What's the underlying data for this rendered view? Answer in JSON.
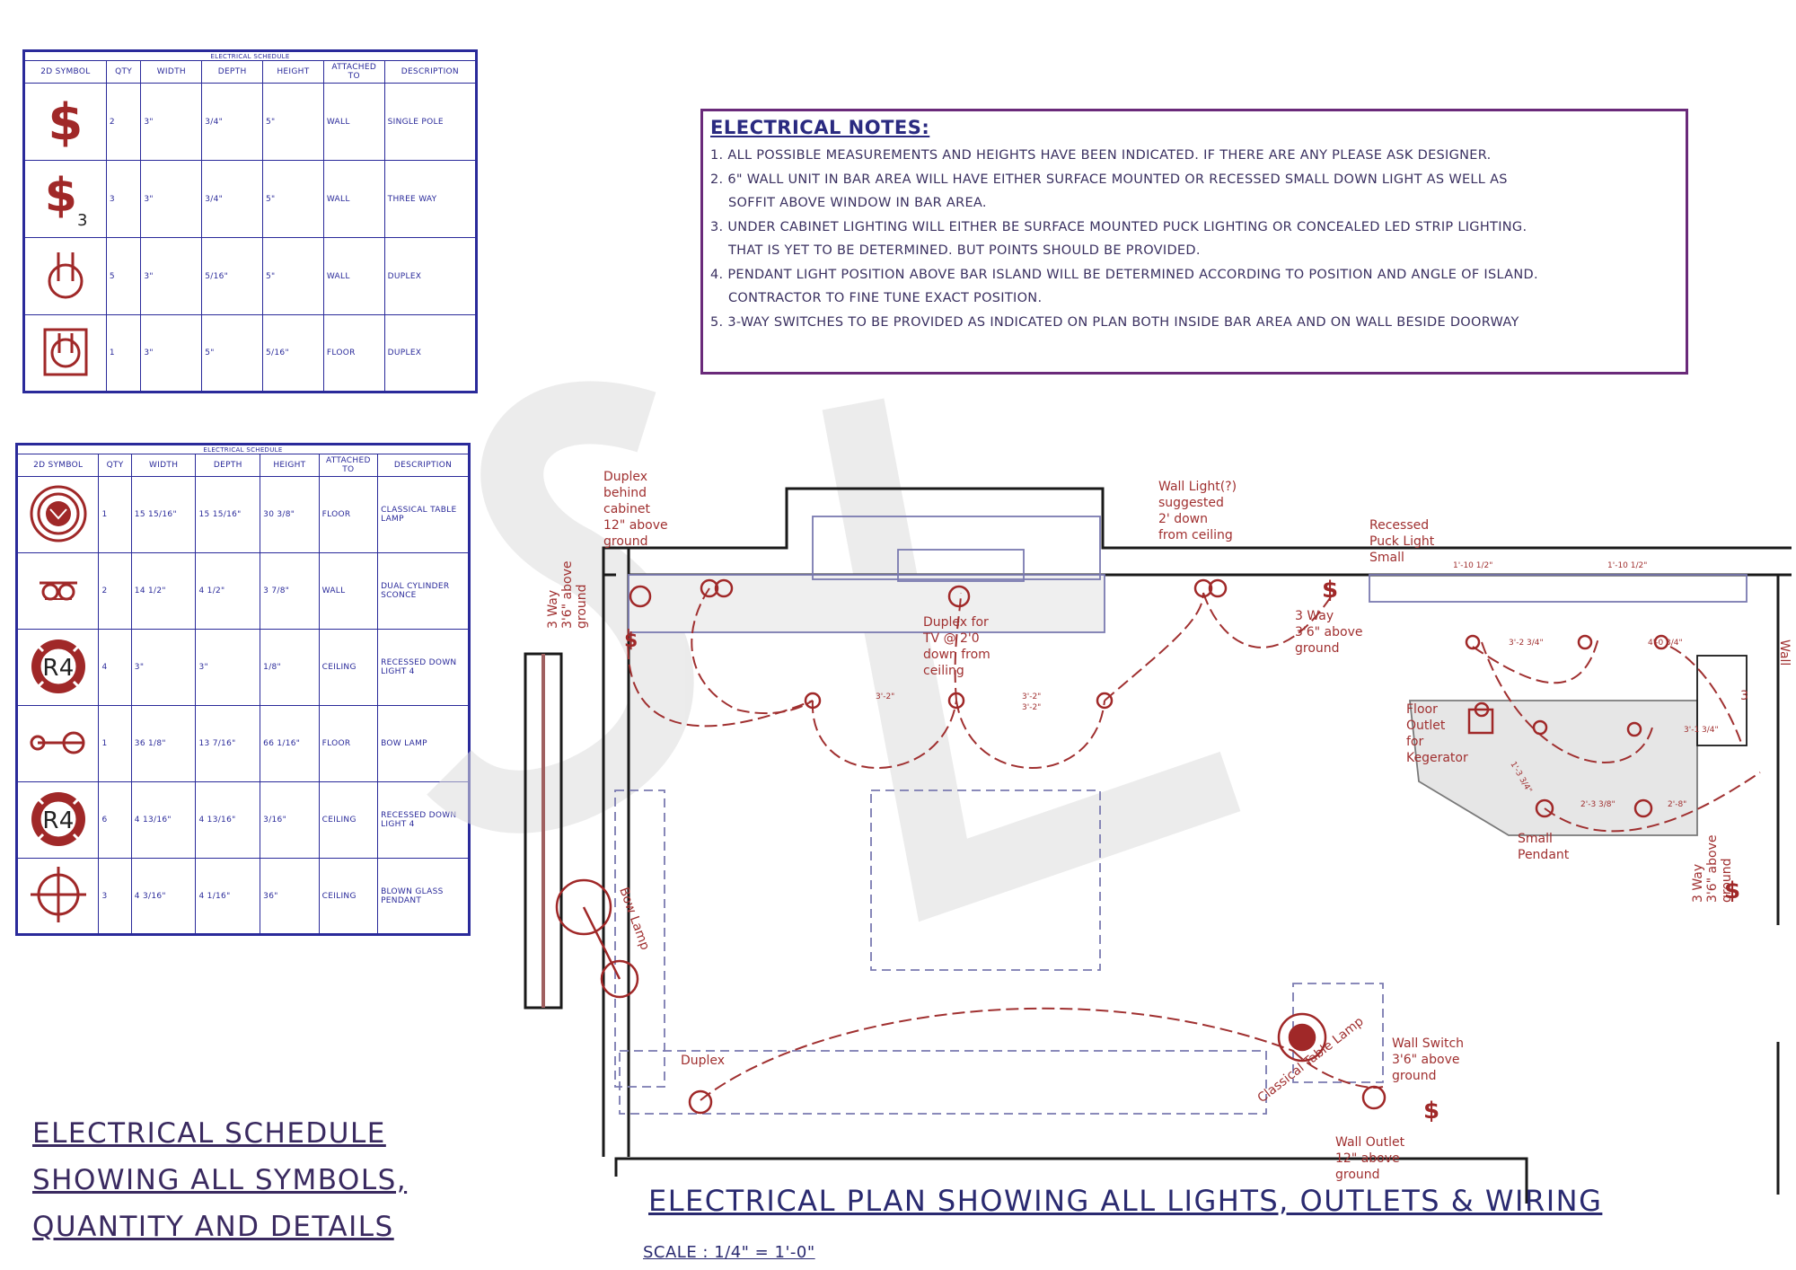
{
  "schedule_top": {
    "caption": "ELECTRICAL SCHEDULE",
    "headers": [
      "2D SYMBOL",
      "QTY",
      "WIDTH",
      "DEPTH",
      "HEIGHT",
      "ATTACHED TO",
      "DESCRIPTION"
    ],
    "rows": [
      {
        "symbol": "single-pole-switch-icon",
        "qty": "2",
        "width": "3\"",
        "depth": "3/4\"",
        "height": "5\"",
        "attached": "WALL",
        "desc": "SINGLE POLE"
      },
      {
        "symbol": "three-way-switch-icon",
        "qty": "3",
        "width": "3\"",
        "depth": "3/4\"",
        "height": "5\"",
        "attached": "WALL",
        "desc": "THREE WAY"
      },
      {
        "symbol": "duplex-outlet-icon",
        "qty": "5",
        "width": "3\"",
        "depth": "5/16\"",
        "height": "5\"",
        "attached": "WALL",
        "desc": "DUPLEX"
      },
      {
        "symbol": "floor-duplex-outlet-icon",
        "qty": "1",
        "width": "3\"",
        "depth": "5\"",
        "height": "5/16\"",
        "attached": "FLOOR",
        "desc": "DUPLEX"
      }
    ]
  },
  "schedule_bottom": {
    "caption": "ELECTRICAL SCHEDULE",
    "headers": [
      "2D SYMBOL",
      "QTY",
      "WIDTH",
      "DEPTH",
      "HEIGHT",
      "ATTACHED TO",
      "DESCRIPTION"
    ],
    "rows": [
      {
        "symbol": "table-lamp-icon",
        "qty": "1",
        "width": "15 15/16\"",
        "depth": "15 15/16\"",
        "height": "30 3/8\"",
        "attached": "FLOOR",
        "desc": "CLASSICAL TABLE LAMP"
      },
      {
        "symbol": "cylinder-sconce-icon",
        "qty": "2",
        "width": "14 1/2\"",
        "depth": "4 1/2\"",
        "height": "3 7/8\"",
        "attached": "WALL",
        "desc": "DUAL CYLINDER SCONCE"
      },
      {
        "symbol": "recessed-downlight-icon",
        "qty": "4",
        "width": "3\"",
        "depth": "3\"",
        "height": "1/8\"",
        "attached": "CEILING",
        "desc": "RECESSED DOWN LIGHT 4"
      },
      {
        "symbol": "bow-lamp-icon",
        "qty": "1",
        "width": "36 1/8\"",
        "depth": "13 7/16\"",
        "height": "66 1/16\"",
        "attached": "FLOOR",
        "desc": "BOW LAMP"
      },
      {
        "symbol": "recessed-downlight-icon",
        "qty": "6",
        "width": "4 13/16\"",
        "depth": "4 13/16\"",
        "height": "3/16\"",
        "attached": "CEILING",
        "desc": "RECESSED DOWN LIGHT 4"
      },
      {
        "symbol": "glass-pendant-icon",
        "qty": "3",
        "width": "4 3/16\"",
        "depth": "4 1/16\"",
        "height": "36\"",
        "attached": "CEILING",
        "desc": "BLOWN GLASS PENDANT"
      }
    ]
  },
  "notes": {
    "title": "ELECTRICAL NOTES:",
    "lines": [
      "1. ALL POSSIBLE MEASUREMENTS AND HEIGHTS HAVE BEEN INDICATED. IF THERE ARE ANY PLEASE ASK DESIGNER.",
      "2. 6\" WALL UNIT IN BAR AREA WILL HAVE EITHER SURFACE MOUNTED OR RECESSED SMALL DOWN LIGHT AS WELL AS",
      "    SOFFIT ABOVE WINDOW IN BAR AREA.",
      "3. UNDER CABINET LIGHTING WILL EITHER BE SURFACE MOUNTED PUCK LIGHTING OR CONCEALED LED STRIP LIGHTING.",
      "    THAT IS YET TO BE DETERMINED. BUT POINTS SHOULD BE PROVIDED.",
      "4. PENDANT LIGHT POSITION ABOVE BAR ISLAND WILL BE DETERMINED ACCORDING TO POSITION AND ANGLE OF ISLAND.",
      "    CONTRACTOR TO FINE TUNE EXACT POSITION.",
      "5. 3-WAY SWITCHES TO BE PROVIDED AS INDICATED ON PLAN BOTH INSIDE BAR AREA AND ON WALL BESIDE DOORWAY"
    ]
  },
  "schedule_caption": {
    "line1": "ELECTRICAL SCHEDULE",
    "line2": "SHOWING ALL SYMBOLS,",
    "line3": "QUANTITY AND DETAILS"
  },
  "plan": {
    "title": "ELECTRICAL PLAN SHOWING ALL LIGHTS, OUTLETS & WIRING",
    "scale": "SCALE : 1/4\" = 1'-0\"",
    "labels": {
      "duplex_cabinet": [
        "Duplex",
        "behind",
        "cabinet",
        "12\" above",
        "ground"
      ],
      "three_way_left": [
        "3 Way",
        "3'6\" above",
        "ground"
      ],
      "wall_light": [
        "Wall Light(?)",
        "suggested",
        "2' down",
        "from ceiling"
      ],
      "recessed_puck": [
        "Recessed",
        "Puck Light",
        "Small"
      ],
      "duplex_tv": [
        "Duplex for",
        "TV @ 2'0",
        "down from",
        "ceiling"
      ],
      "three_way_mid": [
        "3 Way",
        "3'6\" above",
        "ground"
      ],
      "floor_outlet": [
        "Floor",
        "Outlet",
        "for",
        "Kegerator"
      ],
      "small_pendant": [
        "Small",
        "Pendant"
      ],
      "three_way_right": [
        "3 Way",
        "3'6\" above",
        "ground"
      ],
      "bow_lamp": "Bow Lamp",
      "duplex_bottom": "Duplex",
      "classical_lamp": "Classical Table Lamp",
      "wall_switch": [
        "Wall Switch",
        "3'6\" above",
        "ground"
      ],
      "wall_outlet": [
        "Wall Outlet",
        "12\" above",
        "ground"
      ],
      "dims": [
        "3'-2\"",
        "3'-2\"",
        "3'-2\"",
        "1'-10 1/2\"",
        "1'-10 1/2\"",
        "3'-2 3/4\"",
        "4'-0 3/4\"",
        "3'-1 3/4\"",
        "2'-3 3/8\"",
        "2'-8\"",
        "1'-3 3/4\""
      ],
      "r3": "3",
      "wall_edge": "Wall"
    }
  },
  "colors": {
    "schedule_blue": "#2a2a9a",
    "symbol_red": "#a02828",
    "wiring_red": "#a03030",
    "notes_border": "#6a2a7a",
    "watermark": "#e4e4e4",
    "furniture_blue": "#9a9ad0"
  }
}
